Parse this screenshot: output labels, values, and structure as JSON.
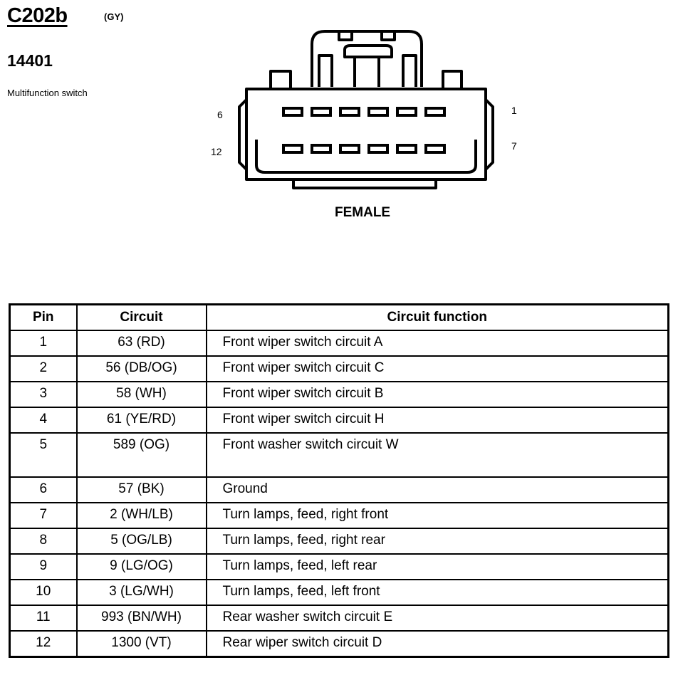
{
  "connector": {
    "id": "C202b",
    "color_code": "(GY)",
    "part_number": "14401",
    "description": "Multifunction switch",
    "gender": "FEMALE",
    "pin_labels": {
      "top_left": "6",
      "bottom_left": "12",
      "top_right": "1",
      "bottom_right": "7"
    }
  },
  "table": {
    "headers": {
      "pin": "Pin",
      "circuit": "Circuit",
      "function": "Circuit function"
    },
    "rows": [
      {
        "pin": "1",
        "circuit": "63 (RD)",
        "function": "Front wiper switch circuit A"
      },
      {
        "pin": "2",
        "circuit": "56 (DB/OG)",
        "function": "Front wiper switch circuit C"
      },
      {
        "pin": "3",
        "circuit": "58 (WH)",
        "function": "Front wiper switch circuit B"
      },
      {
        "pin": "4",
        "circuit": "61 (YE/RD)",
        "function": "Front wiper switch circuit H"
      },
      {
        "pin": "5",
        "circuit": "589 (OG)",
        "function": "Front washer switch circuit W"
      },
      {
        "pin": "6",
        "circuit": "57 (BK)",
        "function": "Ground"
      },
      {
        "pin": "7",
        "circuit": "2 (WH/LB)",
        "function": "Turn lamps, feed, right front"
      },
      {
        "pin": "8",
        "circuit": "5 (OG/LB)",
        "function": "Turn lamps, feed, right rear"
      },
      {
        "pin": "9",
        "circuit": "9 (LG/OG)",
        "function": "Turn lamps, feed, left rear"
      },
      {
        "pin": "10",
        "circuit": "3 (LG/WH)",
        "function": "Turn lamps, feed, left front"
      },
      {
        "pin": "11",
        "circuit": "993 (BN/WH)",
        "function": "Rear washer switch circuit E"
      },
      {
        "pin": "12",
        "circuit": "1300 (VT)",
        "function": "Rear wiper switch circuit D"
      }
    ]
  }
}
